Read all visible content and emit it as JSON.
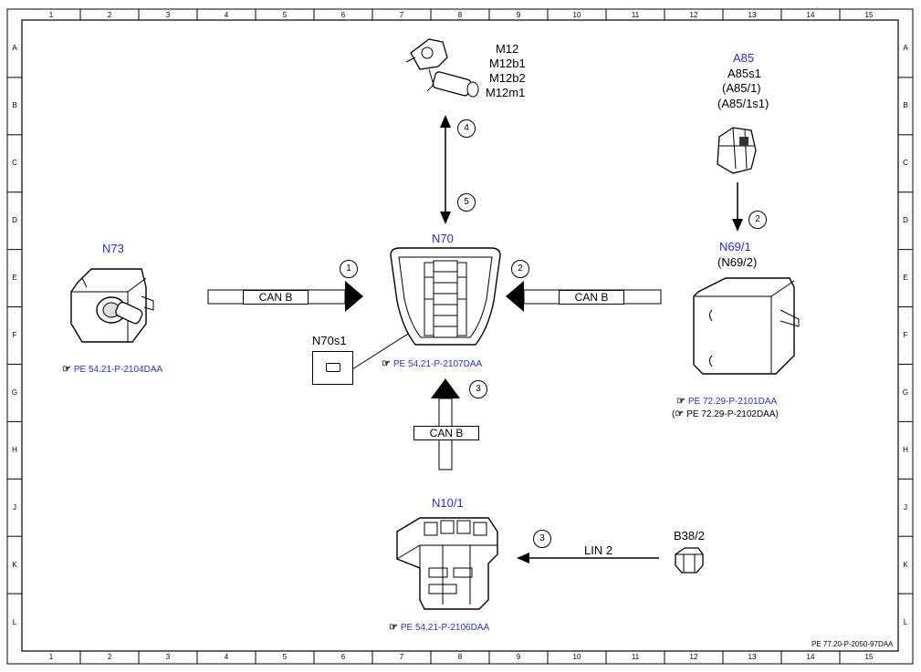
{
  "grid": {
    "columns": [
      "1",
      "2",
      "3",
      "4",
      "5",
      "6",
      "7",
      "8",
      "9",
      "10",
      "11",
      "12",
      "13",
      "14",
      "15"
    ],
    "rows": [
      "A",
      "B",
      "C",
      "D",
      "E",
      "F",
      "G",
      "H",
      "J",
      "K",
      "L"
    ]
  },
  "components": {
    "n73": {
      "label": "N73",
      "ref": "PE 54.21-P-2104DAA"
    },
    "n70": {
      "label": "N70",
      "ref": "PE 54.21-P-2107DAA"
    },
    "n70s1": {
      "label": "N70s1"
    },
    "m12": {
      "labels": [
        "M12",
        "M12b1",
        "M12b2",
        "M12m1"
      ]
    },
    "a85": {
      "label": "A85",
      "sub": [
        "A85s1",
        "(A85/1)",
        "(A85/1s1)"
      ]
    },
    "n69": {
      "label": "N69/1",
      "sub": "(N69/2)",
      "ref1": "PE 72.29-P-2101DAA",
      "ref2_prefix": "(",
      "ref2": "PE 72.29-P-2102DAA)"
    },
    "n10": {
      "label": "N10/1",
      "ref": "PE 54.21-P-2106DAA"
    },
    "b38": {
      "label": "B38/2"
    }
  },
  "connections": {
    "can_left": "CAN B",
    "can_right": "CAN B",
    "can_bottom": "CAN B",
    "lin": "LIN 2"
  },
  "callouts": [
    "1",
    "2",
    "3",
    "4",
    "5",
    "2",
    "3"
  ],
  "doc_code": "PE 77.20-P-2050-97DAA",
  "colors": {
    "component_label": "#2b2bd6",
    "line": "#000000"
  }
}
